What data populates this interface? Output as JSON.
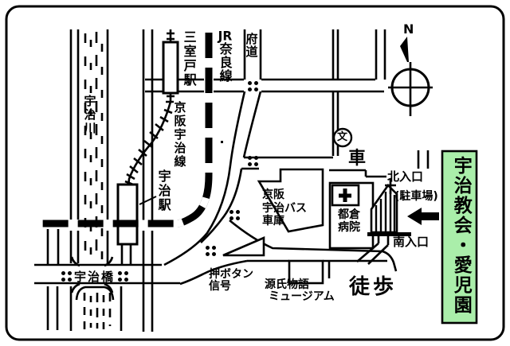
{
  "colors": {
    "ink": "#000000",
    "paper": "#ffffff",
    "destination_green": "#aaeeaa"
  },
  "compass": {
    "north": "N"
  },
  "river": {
    "name": "宇治川"
  },
  "railways": {
    "jr_prefix": "JR",
    "jr_name": "奈良線",
    "keihan_name": "京阪宇治線"
  },
  "stations": {
    "mimurodo": "三室戸駅",
    "uji": "宇治駅"
  },
  "roads": {
    "prefectural": "府道",
    "bridge": "宇治橋",
    "signal_line1": "押ボタン",
    "signal_line2": "信号"
  },
  "landmarks": {
    "school_symbol": "文",
    "bus_depot_line1": "京阪",
    "bus_depot_line2": "宇治バス",
    "bus_depot_line3": "車庫",
    "hospital_line1": "都倉",
    "hospital_line2": "病院",
    "museum_line1": "源氏物語",
    "museum_line2": "ミュージアム"
  },
  "access": {
    "car": "車",
    "walk": "徒歩",
    "north_entrance": "北入口",
    "parking": "(駐車場)",
    "south_entrance": "南入口"
  },
  "destination": {
    "name": "宇治教会・愛児園"
  }
}
